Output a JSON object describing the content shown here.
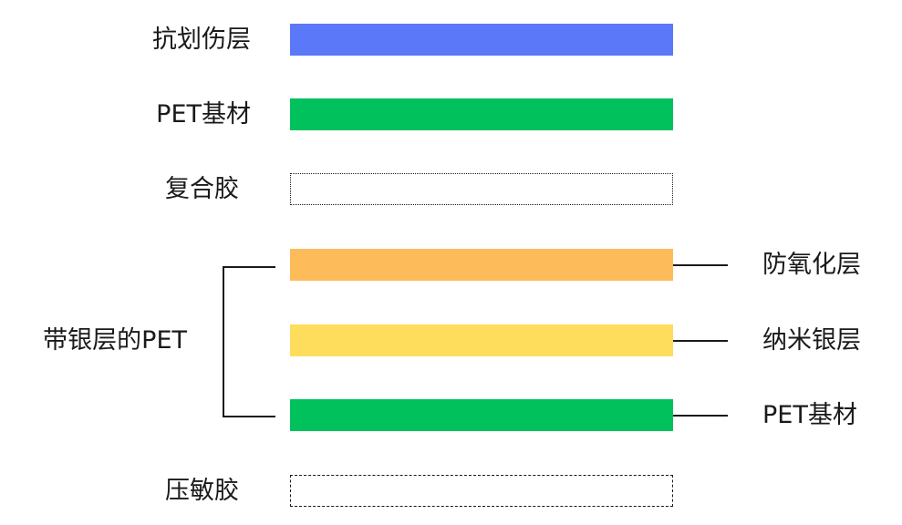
{
  "layers": [
    {
      "label": "抗划伤层",
      "color": "#5a78f8",
      "style": "filled"
    },
    {
      "label": "PET基材",
      "color": "#00c15c",
      "style": "filled"
    },
    {
      "label": "复合胶",
      "color": "#ffffff",
      "style": "dotted"
    },
    {
      "color": "#fdbb5a",
      "style": "filled"
    },
    {
      "color": "#fedc5c",
      "style": "filled"
    },
    {
      "color": "#00c15c",
      "style": "filled"
    },
    {
      "label": "压敏胶",
      "color": "#ffffff",
      "style": "dashed"
    }
  ],
  "group": {
    "label": "带银层的PET",
    "sublayers": [
      "防氧化层",
      "纳米银层",
      "PET基材"
    ]
  }
}
